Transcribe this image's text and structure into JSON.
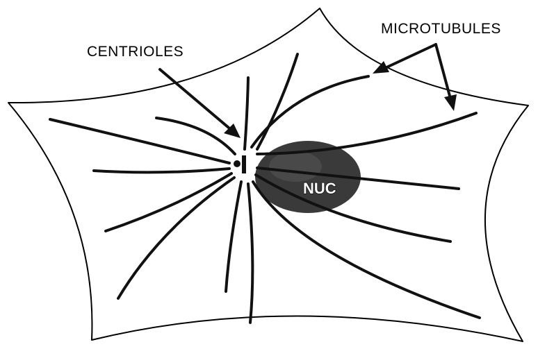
{
  "labels": {
    "centrioles": "CENTRIOLES",
    "microtubules": "MICROTUBULES",
    "nucleus": "NUC"
  },
  "colors": {
    "ink": "#111111",
    "nucleus_fill": "#3a3a3a",
    "background": "#ffffff"
  }
}
